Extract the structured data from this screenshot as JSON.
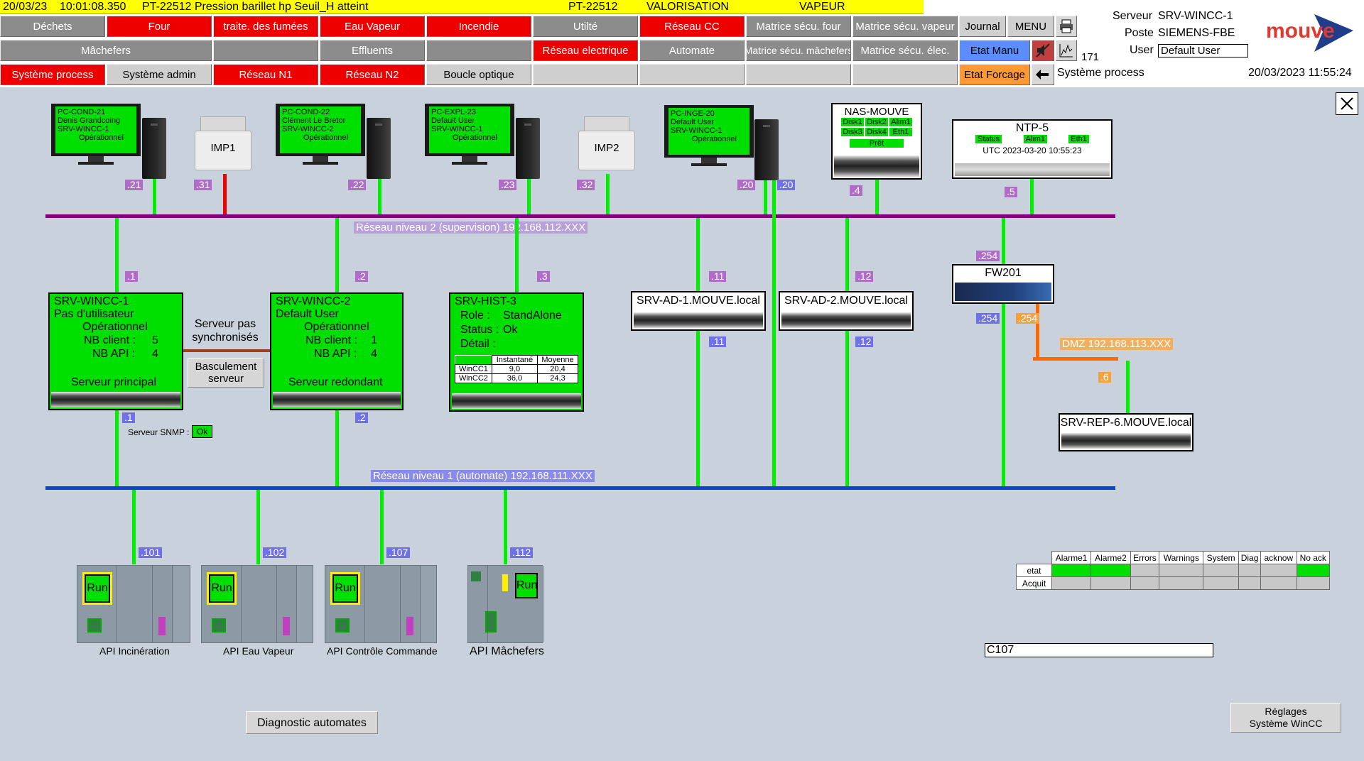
{
  "alarm": {
    "date": "20/03/23",
    "time": "10:01:08.350",
    "message": "PT-22512 Pression barillet hp Seuil_H atteint",
    "tag": "PT-22512",
    "area": "VALORISATION",
    "zone": "VAPEUR"
  },
  "nav": {
    "row1": [
      "Déchets",
      "Four",
      "traite. des fumées",
      "Eau Vapeur",
      "Incendie",
      "Utilté",
      "Réseau CC",
      "Matrice sécu. four",
      "Matrice sécu. vapeur"
    ],
    "row2": [
      "Mâchefers",
      "",
      "Effluents",
      "",
      "Réseau electrique",
      "Automate",
      "Matrice sécu. mâchefers",
      "Matrice sécu. élec."
    ],
    "row3": [
      "Système process",
      "Système admin",
      "Réseau N1",
      "Réseau N2",
      "Boucle optique",
      "",
      "",
      ""
    ],
    "journal": "Journal",
    "menu": "MENU",
    "etat_manu": "Etat Manu",
    "etat_forcage": "Etat Forcage",
    "count": "171"
  },
  "status": {
    "server_label": "Serveur",
    "server": "SRV-WINCC-1",
    "poste_label": "Poste",
    "poste": "SIEMENS-FBE",
    "user_label": "User",
    "user": "Default User",
    "page": "Système process",
    "datetime": "20/03/2023 11:55:24"
  },
  "logo": {
    "text": "mouve"
  },
  "icons": {
    "print": "printer-icon",
    "chart": "chart-icon",
    "mute": "mute-icon",
    "back": "back-arrow-icon",
    "close": "close-icon"
  },
  "networks": {
    "n2": "Réseau niveau 2 (supervision) 192.168.112.XXX",
    "n1": "Réseau niveau 1 (automate) 192.168.111.XXX",
    "dmz": "DMZ 192.168.113.XXX"
  },
  "pcs": [
    {
      "lines": [
        "PC-COND-21",
        "Denis Grandcoing",
        "SRV-WINCC-1",
        "Opérationnel"
      ],
      "ip": ".21"
    },
    {
      "lines": [
        "PC-COND-22",
        "Clément Le Bretor",
        "SRV-WINCC-2",
        "Opérationnel"
      ],
      "ip": ".22"
    },
    {
      "lines": [
        "PC-EXPL-23",
        "Default User",
        "SRV-WINCC-1",
        "Opérationnel"
      ],
      "ip": ".23"
    },
    {
      "lines": [
        "PC-INGE-20",
        "Default User",
        "SRV-WINCC-1",
        "Opérationnel"
      ],
      "ip": ".20",
      "ip2": ".20"
    }
  ],
  "printers": [
    {
      "name": "IMP1",
      "ip": ".31"
    },
    {
      "name": "IMP2",
      "ip": ".32"
    }
  ],
  "nas": {
    "title": "NAS-MOUVE",
    "leds": [
      "Disk1",
      "Disk2",
      "Alim1",
      "Disk3",
      "Disk4",
      "Eth1"
    ],
    "state": "Prêt",
    "ip": ".4"
  },
  "ntp": {
    "title": "NTP-5",
    "leds": [
      "Status",
      "Alim1",
      "Eth1"
    ],
    "time": "UTC  2023-03-20 10:55:23",
    "ip": ".5"
  },
  "wincc1": {
    "title": "SRV-WINCC-1",
    "user": "Pas d'utilisateur",
    "state": "Opérationnel",
    "client_label": "NB client :",
    "clients": "5",
    "api_label": "NB API :",
    "apis": "4",
    "role": "Serveur principal",
    "ip_top": ".1",
    "ip_bot": ".1"
  },
  "wincc2": {
    "title": "SRV-WINCC-2",
    "user": "Default User",
    "state": "Opérationnel",
    "client_label": "NB client :",
    "clients": "1",
    "api_label": "NB API :",
    "apis": "4",
    "role": "Serveur redondant",
    "ip_top": ".2",
    "ip_bot": ".2"
  },
  "sync": {
    "text1": "Serveur pas",
    "text2": "synchronisés",
    "button1": "Basculement",
    "button2": "serveur",
    "snmp_label": "Serveur SNMP :",
    "snmp": "Ok"
  },
  "hist": {
    "title": "SRV-HIST-3",
    "role_label": "Role :",
    "role": "StandAlone",
    "status_label": "Status :",
    "status": "Ok",
    "detail_label": "Détail :",
    "ip": ".3",
    "table": {
      "headers": [
        "",
        "Instantané",
        "Moyenne"
      ],
      "rows": [
        [
          "WinCC1",
          "9,0",
          "20,4"
        ],
        [
          "WinCC2",
          "36,0",
          "24,3"
        ]
      ]
    }
  },
  "ad1": {
    "title": "SRV-AD-1.MOUVE.local",
    "ip_top": ".11",
    "ip_bot": ".11"
  },
  "ad2": {
    "title": "SRV-AD-2.MOUVE.local",
    "ip_top": ".12",
    "ip_bot": ".12"
  },
  "fw": {
    "title": "FW201",
    "ip_top": ".254",
    "ip_left": ".254",
    "ip_right": ".254"
  },
  "rep": {
    "title": "SRV-REP-6.MOUVE.local",
    "ip": ".6"
  },
  "apis": [
    {
      "name": "API Incinération",
      "ip": ".101",
      "state": "Run"
    },
    {
      "name": "API Eau Vapeur",
      "ip": ".102",
      "state": "Run"
    },
    {
      "name": "API Contrôle Commande",
      "ip": ".107",
      "state": "Run"
    },
    {
      "name": "API Mâchefers",
      "ip": ".112",
      "state": "Run"
    }
  ],
  "ack": {
    "headers": [
      "Alarme1",
      "Alarme2",
      "Errors",
      "Warnings",
      "System",
      "Diag",
      "acknow",
      "No ack"
    ],
    "row_etat": "etat",
    "row_acquit": "Acquit"
  },
  "c107": "C107",
  "buttons": {
    "diag": "Diagnostic automates",
    "settings1": "Réglages",
    "settings2": "Système WinCC"
  }
}
